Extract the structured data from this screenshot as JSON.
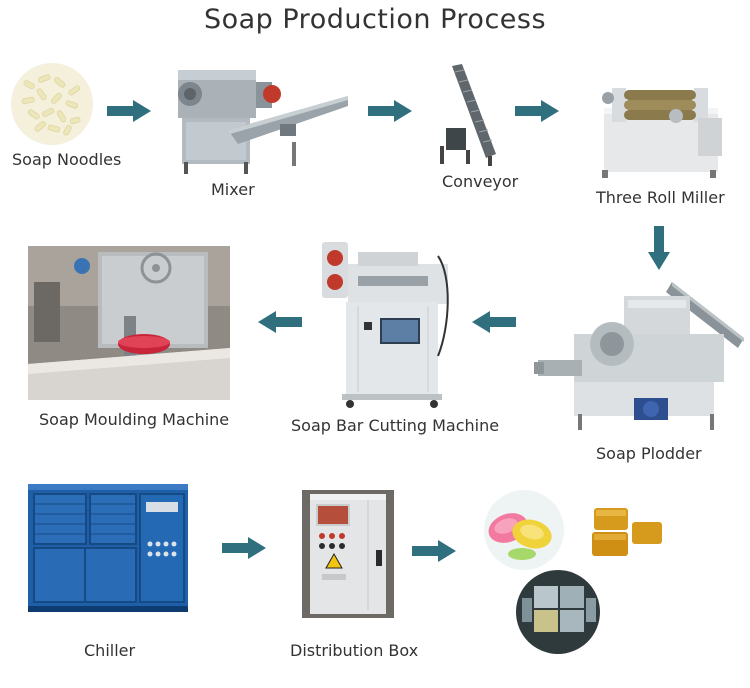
{
  "title": "Soap Production Process",
  "steps": [
    {
      "label": "Soap Noodles",
      "icon": "soap-noodles-image"
    },
    {
      "label": "Mixer",
      "icon": "mixer-machine-image"
    },
    {
      "label": "Conveyor",
      "icon": "conveyor-machine-image"
    },
    {
      "label": "Three Roll Miller",
      "icon": "three-roll-miller-image"
    },
    {
      "label": "Soap Plodder",
      "icon": "soap-plodder-image"
    },
    {
      "label": "Soap Bar Cutting Machine",
      "icon": "soap-bar-cutting-machine-image"
    },
    {
      "label": "Soap Moulding Machine",
      "icon": "soap-moulding-machine-image"
    },
    {
      "label": "Chiller",
      "icon": "chiller-image"
    },
    {
      "label": "Distribution Box",
      "icon": "distribution-box-image"
    },
    {
      "label": "",
      "icon": "finished-soap-bars-image"
    }
  ],
  "colors": {
    "arrow": "#2f6f7e",
    "text": "#333333"
  }
}
